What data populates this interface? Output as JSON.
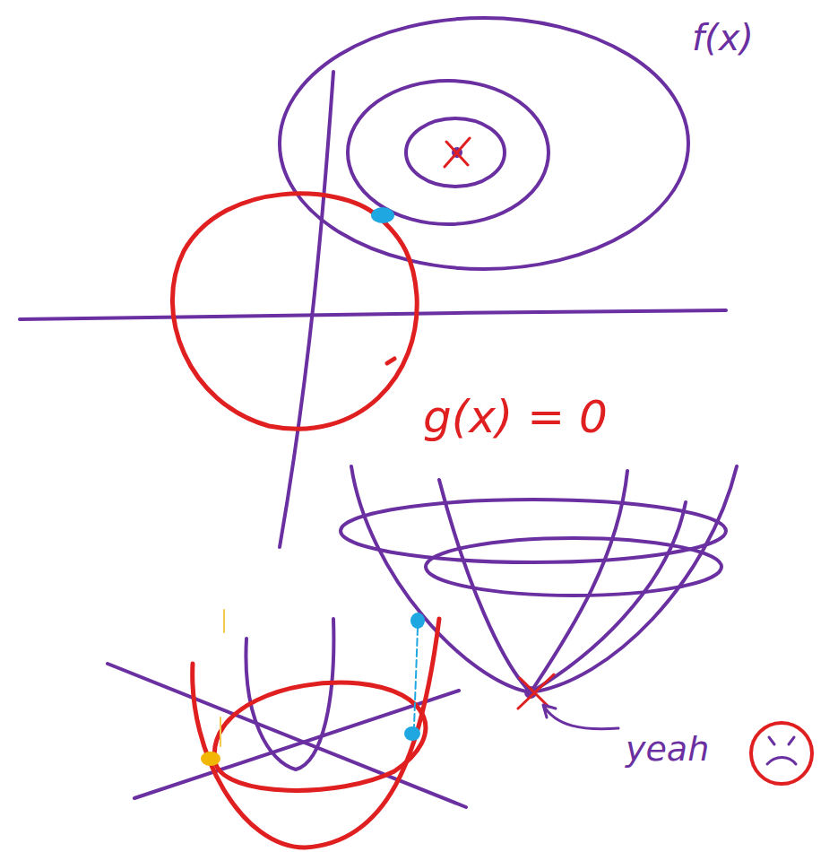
{
  "diagram": {
    "labels": [
      "f(x)",
      "g(x) = 0",
      "yeah"
    ]
  }
}
